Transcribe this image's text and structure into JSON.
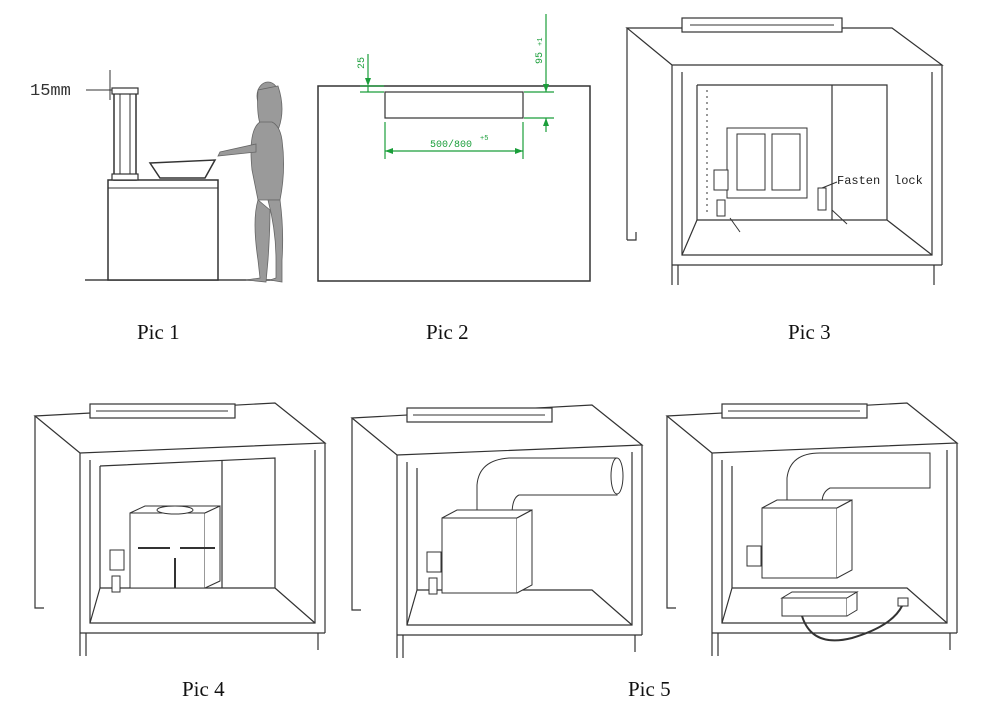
{
  "captions": {
    "pic1": "Pic 1",
    "pic2": "Pic 2",
    "pic3": "Pic 3",
    "pic4": "Pic 4",
    "pic5": "Pic 5"
  },
  "pic1": {
    "clearance_label": "15mm"
  },
  "pic2": {
    "dim_top": "25",
    "dim_height": "95",
    "dim_height_sup": "+1",
    "dim_width": "500/800",
    "dim_width_sup": "+5"
  },
  "pic3": {
    "fasten_label": "Fasten",
    "lock_label": "lock"
  },
  "colors": {
    "dimension": "#1a9e3a",
    "line": "#333333",
    "figure": "#9a9a9a"
  }
}
